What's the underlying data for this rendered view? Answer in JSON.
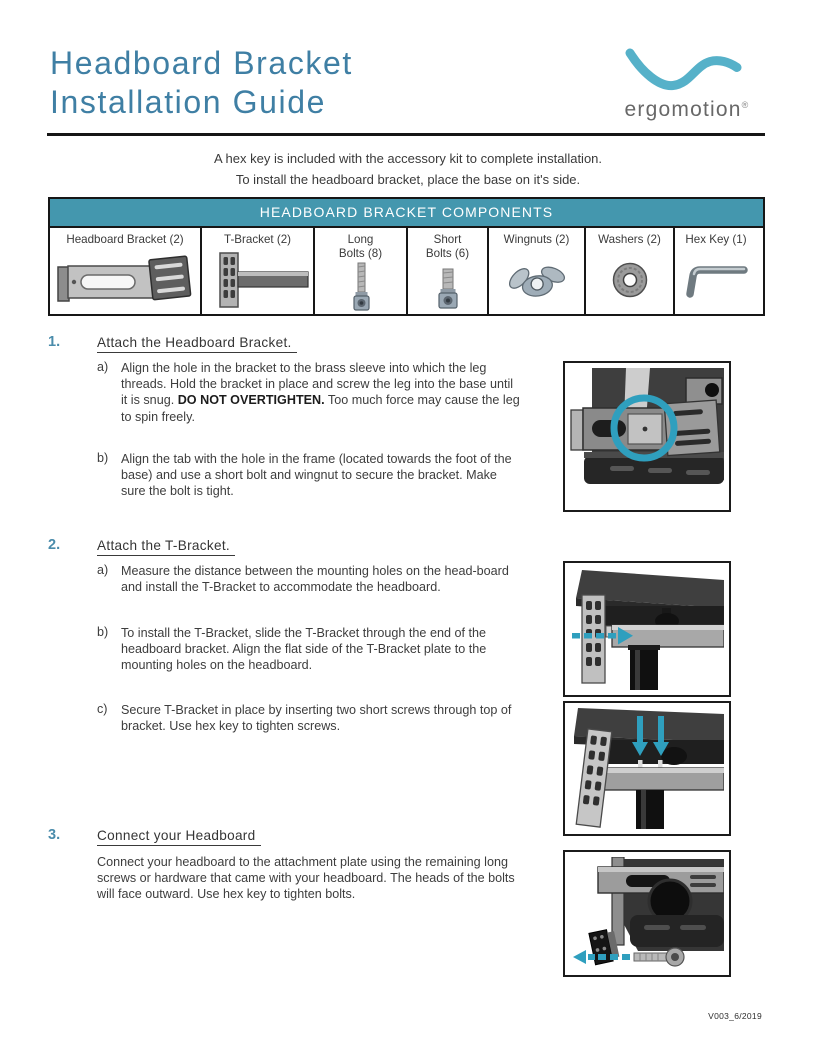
{
  "header": {
    "title_line1": "Headboard Bracket",
    "title_line2": "Installation Guide",
    "brand_name": "ergomotion",
    "brand_reg": "®"
  },
  "intro": {
    "line1": "A hex key is included with the accessory kit to complete installation.",
    "line2": "To install the headboard bracket, place the base on it's side."
  },
  "components_table": {
    "title": "HEADBOARD BRACKET COMPONENTS",
    "columns": [
      {
        "label1": "Headboard Bracket (2)",
        "label2": "",
        "icon": "headboard-bracket-icon"
      },
      {
        "label1": "T-Bracket (2)",
        "label2": "",
        "icon": "t-bracket-icon"
      },
      {
        "label1": "Long",
        "label2": "Bolts (8)",
        "icon": "long-bolt-icon"
      },
      {
        "label1": "Short",
        "label2": "Bolts (6)",
        "icon": "short-bolt-icon"
      },
      {
        "label1": "Wingnuts (2)",
        "label2": "",
        "icon": "wingnut-icon"
      },
      {
        "label1": "Washers (2)",
        "label2": "",
        "icon": "washer-icon"
      },
      {
        "label1": "Hex Key (1)",
        "label2": "",
        "icon": "hex-key-icon"
      }
    ]
  },
  "steps": [
    {
      "number": "1.",
      "title": "Attach the Headboard Bracket.",
      "items": [
        {
          "label": "a)",
          "text_pre": "Align the hole in the bracket to the brass sleeve into which the leg threads. Hold the bracket in place and screw the leg into the base until it is snug. ",
          "text_bold": "DO NOT OVERTIGHTEN.",
          "text_post": " Too much force may cause the leg to spin freely."
        },
        {
          "label": "b)",
          "text_pre": "Align the tab with the hole in the frame (located towards the foot of the base) and use a short bolt and wingnut to secure the bracket. Make sure the bolt is tight.",
          "text_bold": "",
          "text_post": ""
        }
      ]
    },
    {
      "number": "2.",
      "title": "Attach the T-Bracket.",
      "items": [
        {
          "label": "a)",
          "text_pre": "Measure the distance between the mounting holes on the head-board and install the T-Bracket to accommodate the headboard.",
          "text_bold": "",
          "text_post": ""
        },
        {
          "label": "b)",
          "text_pre": "To install the T-Bracket, slide the T-Bracket through the end of the headboard bracket. Align the flat side of the T-Bracket plate to the mounting holes on the headboard.",
          "text_bold": "",
          "text_post": ""
        },
        {
          "label": "c)",
          "text_pre": "Secure T-Bracket in place by inserting two short screws through top of bracket. Use hex key to tighten screws.",
          "text_bold": "",
          "text_post": ""
        }
      ]
    },
    {
      "number": "3.",
      "title": "Connect your Headboard",
      "body": "Connect your headboard to the attachment plate using the remaining long screws or hardware that came with your headboard.  The heads of the bolts will face outward. Use hex key to tighten bolts."
    }
  ],
  "footer": {
    "version": "V003_6/2019"
  },
  "colors": {
    "title_teal": "#3F7FA4",
    "logo_teal": "#56B1C9",
    "table_header_teal": "#4497AE",
    "highlight_teal": "#2F9FBE",
    "body_text": "#3D3D3D"
  }
}
